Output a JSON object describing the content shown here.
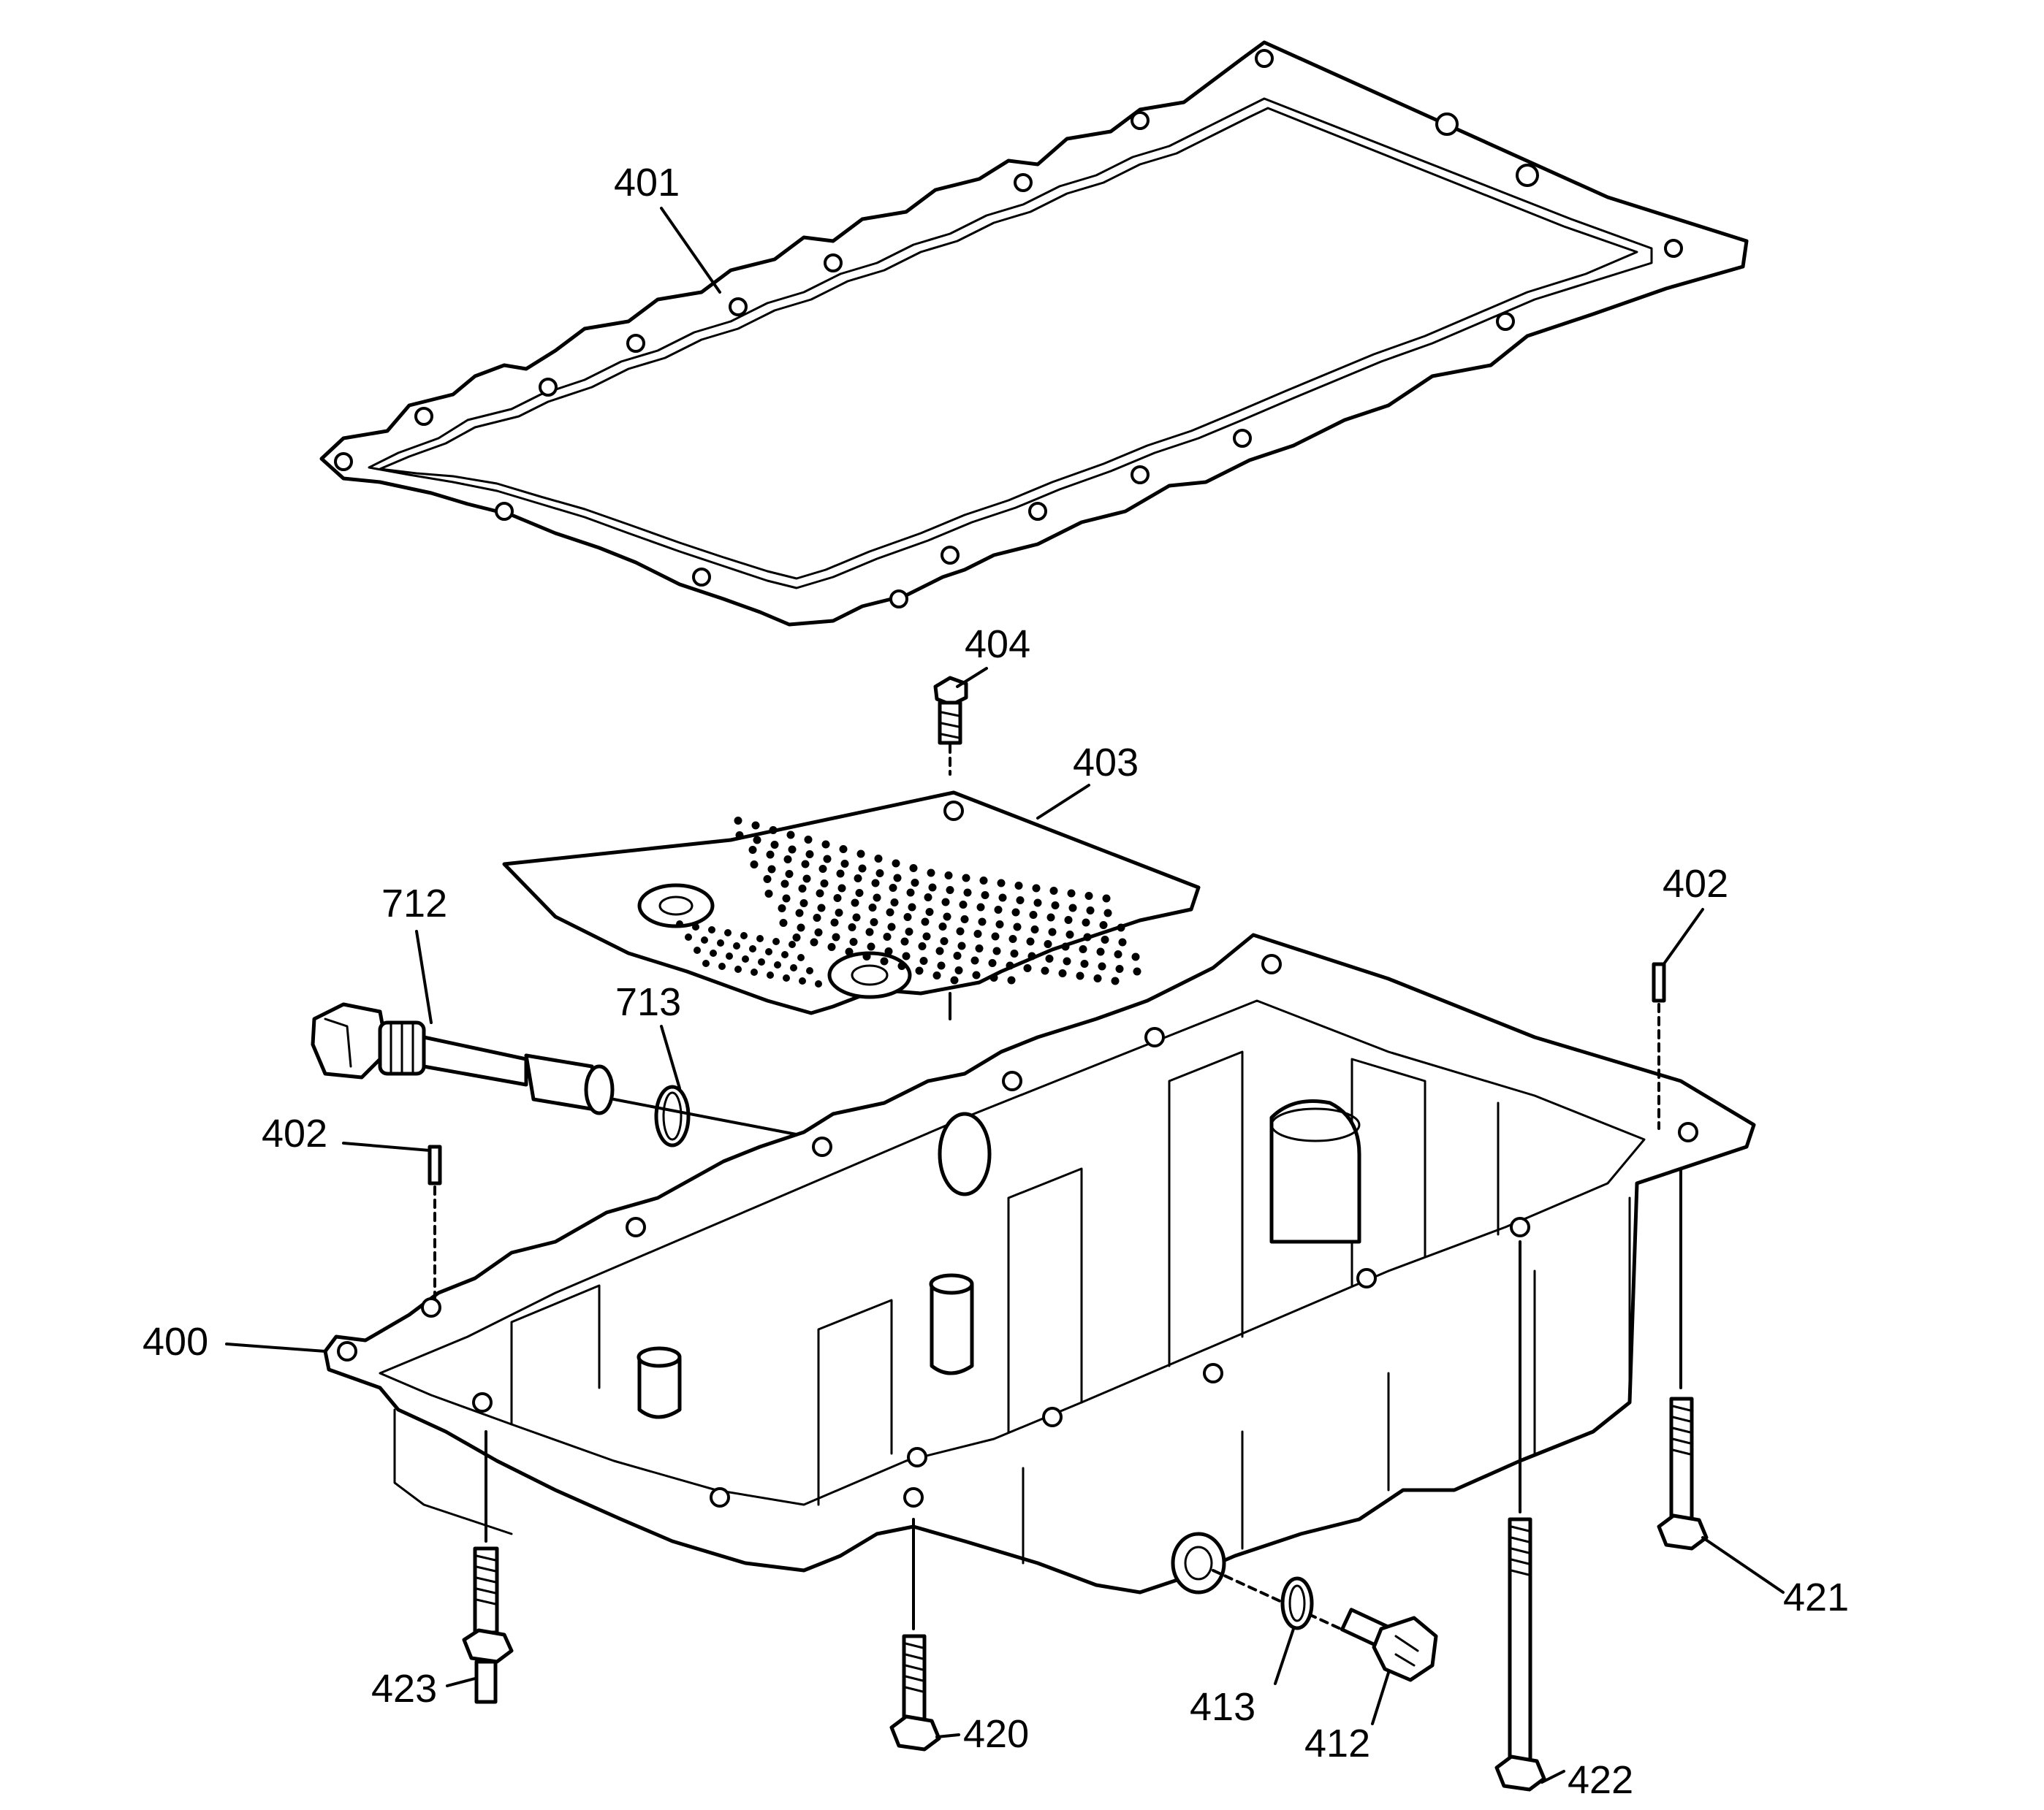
{
  "callouts": {
    "c400": "400",
    "c401": "401",
    "c402a": "402",
    "c402b": "402",
    "c403": "403",
    "c404": "404",
    "c412": "412",
    "c413": "413",
    "c420": "420",
    "c421": "421",
    "c422": "422",
    "c423": "423",
    "c712": "712",
    "c713": "713"
  },
  "colors": {
    "line": "#000000",
    "fill": "#ffffff"
  }
}
